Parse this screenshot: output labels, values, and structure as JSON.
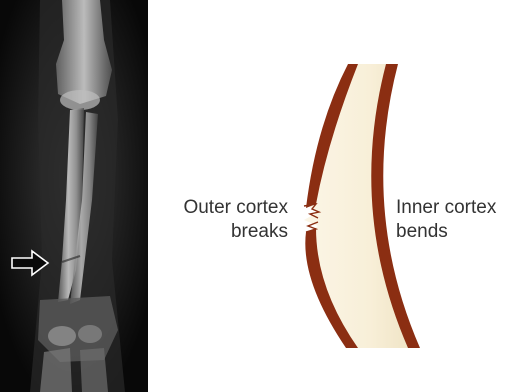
{
  "labels": {
    "outer_line1": "Outer cortex",
    "outer_line2": "breaks",
    "inner_line1": "Inner cortex",
    "inner_line2": "bends"
  },
  "colors": {
    "cortex": "#8b2e12",
    "marrow_light": "#fbf5e6",
    "marrow_shade": "#efe3c4",
    "xray_background": "#0a0a0a",
    "label_text": "#333333"
  },
  "icons": {
    "arrow": "right-arrow-outline-icon"
  }
}
